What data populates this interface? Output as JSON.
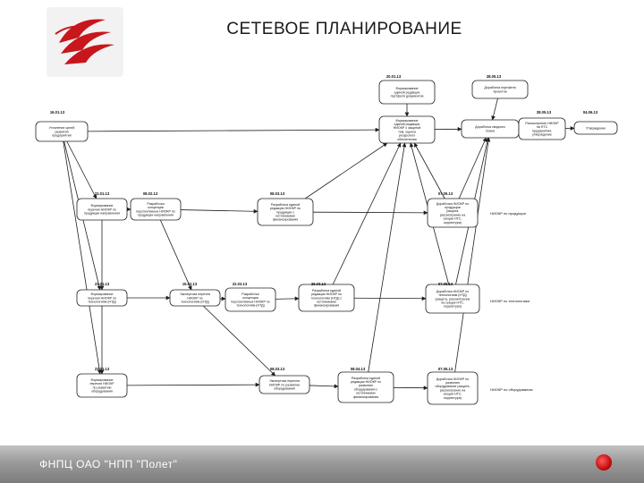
{
  "title": "СЕТЕВОЕ ПЛАНИРОВАНИЕ",
  "footer": "ФНПЦ ОАО \"НПП \"Полет\"",
  "colors": {
    "logo_red": "#c8161d",
    "footer_gray": "#8a8a8a",
    "arrow": "#1f1f1f"
  },
  "dates": [
    {
      "id": "d1",
      "text": "20.01.13"
    },
    {
      "id": "d2",
      "text": "28.05.13"
    },
    {
      "id": "d3",
      "text": "16.01.13"
    },
    {
      "id": "d4",
      "text": "28.05.13"
    },
    {
      "id": "d5",
      "text": "04.06.13"
    },
    {
      "id": "d6",
      "text": "23.01.13"
    },
    {
      "id": "d7",
      "text": "08.02.13"
    },
    {
      "id": "d8",
      "text": "08.03.13"
    },
    {
      "id": "d9",
      "text": "07.05.13"
    },
    {
      "id": "d10",
      "text": "23.01.13"
    },
    {
      "id": "d11",
      "text": "15.02.13"
    },
    {
      "id": "d12",
      "text": "22.03.13"
    },
    {
      "id": "d13",
      "text": "26.03.13"
    },
    {
      "id": "d14",
      "text": "07.05.13"
    },
    {
      "id": "d15",
      "text": "23.01.13"
    },
    {
      "id": "d16",
      "text": "08.03.13"
    },
    {
      "id": "d17",
      "text": "08.04.13"
    },
    {
      "id": "d18",
      "text": "07.05.13"
    }
  ],
  "nodes": [
    {
      "id": "n1",
      "lines": [
        "Формирование",
        "единой редакции",
        "портфеля документов"
      ]
    },
    {
      "id": "n2",
      "lines": [
        "Доработка портфеля",
        "проектов"
      ]
    },
    {
      "id": "n3",
      "lines": [
        "Уточнение целей",
        "развития",
        "предприятия"
      ]
    },
    {
      "id": "n4",
      "lines": [
        "Формирование",
        "единой редакции",
        "НИОКР с защитой",
        "тем, оценка",
        "ресурсного",
        "обеспечения"
      ]
    },
    {
      "id": "n5",
      "lines": [
        "Доработка сводного",
        "плана"
      ]
    },
    {
      "id": "n6",
      "lines": [
        "Рассмотрение НИОКР",
        "на НТС",
        "предприятия,",
        "утверждение"
      ]
    },
    {
      "id": "n7",
      "lines": [
        "Утверждение"
      ]
    },
    {
      "id": "n8",
      "lines": [
        "Формирование",
        "перечня НИОКР по",
        "продукции направления"
      ]
    },
    {
      "id": "n9",
      "lines": [
        "Разработка",
        "концепции",
        "перспективных НИОКР по",
        "продукции направления"
      ]
    },
    {
      "id": "n10",
      "lines": [
        "Разработка единой",
        "редакции НИОКР по",
        "продукции с",
        "источниками",
        "финансирования"
      ]
    },
    {
      "id": "n11",
      "lines": [
        "Доработка НИОКР по",
        "продукции",
        "(защита,",
        "рассмотрение на",
        "секции НТС,",
        "корректура)"
      ]
    },
    {
      "id": "n12",
      "lines": [
        "Формирование",
        "перечня НИОКР по",
        "технологиям (НТД)"
      ]
    },
    {
      "id": "n13",
      "lines": [
        "Экспертиза перечня",
        "НИОКР по",
        "технологиям (НТД)"
      ]
    },
    {
      "id": "n14",
      "lines": [
        "Разработка",
        "концепции",
        "перспективных НИОКР по",
        "технологиям (НТД)"
      ]
    },
    {
      "id": "n15",
      "lines": [
        "Разработка единой",
        "редакции НИОКР по",
        "технологиям (НТД) с",
        "источниками",
        "финансирования"
      ]
    },
    {
      "id": "n16",
      "lines": [
        "Доработка НИОКР по",
        "технологиям (НТД)",
        "(защита, рассмотрение",
        "на секции НТС,",
        "корректура)"
      ]
    },
    {
      "id": "n17",
      "lines": [
        "Формирование",
        "перечня НИОКР",
        "по развитию",
        "оборудования"
      ]
    },
    {
      "id": "n18",
      "lines": [
        "Экспертиза перечня",
        "НИОКР по развитию",
        "оборудования"
      ]
    },
    {
      "id": "n19",
      "lines": [
        "Разработка единой",
        "редакции НИОКР по",
        "развитию",
        "оборудования с",
        "источниками",
        "финансирования"
      ]
    },
    {
      "id": "n20",
      "lines": [
        "Доработка НИОКР по",
        "развитию",
        "оборудования (защита,",
        "рассмотрение на",
        "секции НТС,",
        "корректура)"
      ]
    }
  ],
  "side_notes": [
    {
      "id": "s1",
      "text": "НИОКР по продукции"
    },
    {
      "id": "s2",
      "text": "НИОКР по технологиям"
    },
    {
      "id": "s3",
      "text": "НИОКР по оборудованию"
    }
  ]
}
